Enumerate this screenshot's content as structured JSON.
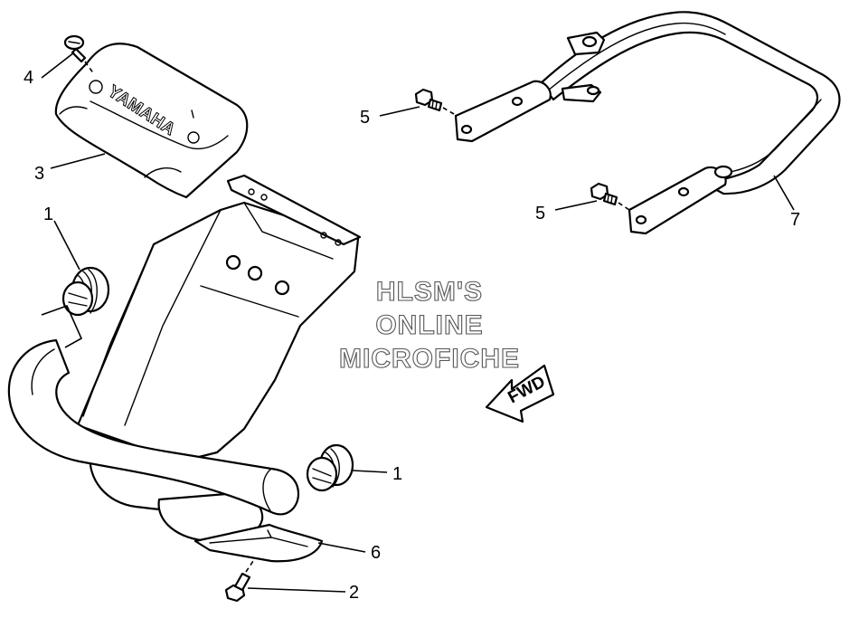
{
  "watermark": {
    "line1": "HLSM'S",
    "line2": "ONLINE",
    "line3": "MICROFICHE"
  },
  "direction_label": "FWD",
  "cover_logo": "YAMAHA",
  "callouts": {
    "c1a": "1",
    "c1b": "1",
    "c2": "2",
    "c3": "3",
    "c4": "4",
    "c5a": "5",
    "c5b": "5",
    "c6": "6",
    "c7": "7"
  },
  "colors": {
    "line": "#000000",
    "background": "#ffffff",
    "watermark_outline": "#555555"
  }
}
